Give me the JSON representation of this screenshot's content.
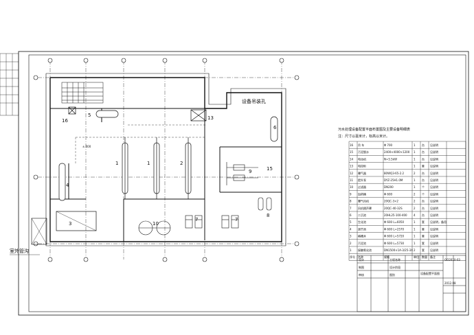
{
  "title": "污水处理设备配置平面布置图及主要设备明细表",
  "labels": {
    "building": "设备吊装孔",
    "pipe_well": "室外管沟",
    "level": "±.000",
    "table_title": "注：尺寸以毫米计，标高以米计。",
    "table_subtitle": "本图平面尺寸 1500×1500×1200"
  },
  "equipment_numbers": [
    "1",
    "1",
    "2",
    "3",
    "4",
    "5",
    "6",
    "7",
    "7",
    "8",
    "9",
    "10",
    "13",
    "15",
    "16"
  ],
  "table": {
    "headers": [
      "序号",
      "名称",
      "规格",
      "单位",
      "数量",
      "备注"
    ],
    "rows": [
      [
        "16",
        "吊  车",
        "Φ 700",
        "1",
        "台",
        "见说明"
      ],
      [
        "15",
        "污泥脱水",
        "2400×4000×1200",
        "1",
        "台",
        "见说明"
      ],
      [
        "14",
        "电动机",
        "N=5.5kW",
        "1",
        "台",
        "见说明"
      ],
      [
        "13",
        "电控柜",
        "",
        "1",
        "套",
        "见说明"
      ],
      [
        "12",
        "曝气器",
        "80WQ3-65-2.2",
        "2",
        "台",
        "见说明"
      ],
      [
        "11",
        "提升泵",
        "DYZ-25H1.0M",
        "1",
        "台",
        "见说明"
      ],
      [
        "10",
        "过滤器",
        "DN200",
        "1",
        "个",
        "见说明"
      ],
      [
        "9",
        "加药桶",
        "Φ 600",
        "2",
        "个",
        "见说明"
      ],
      [
        "8",
        "曝气风机",
        "20QC-3×2",
        "2",
        "台",
        "见说明"
      ],
      [
        "7",
        "风机隔声罩",
        "20QC-40-32S",
        "2",
        "台",
        "见说明"
      ],
      [
        "6",
        "二沉池",
        "20HL25-100-400",
        "4",
        "台",
        "见说明"
      ],
      [
        "5",
        "生化池",
        "Φ 600 L=6050",
        "1",
        "套",
        "见说明，备用"
      ],
      [
        "4",
        "调节池",
        "Φ 600 L=2570",
        "1",
        "套",
        "见说明"
      ],
      [
        "3",
        "格栅井",
        "Φ 600 L=5720",
        "1",
        "套",
        "见说明"
      ],
      [
        "2",
        "污泥池",
        "Φ 600 L=5730",
        "1",
        "套",
        "见说明"
      ],
      [
        "1",
        "接触氧化池",
        "DN1500×1A-3/25-3X",
        "2",
        "套",
        "见说明"
      ]
    ]
  },
  "title_block": {
    "c1": [
      "设计",
      "制图",
      "审核"
    ],
    "c2": [
      "",
      "",
      ""
    ],
    "c3": [
      "工程名称",
      "设计阶段",
      "图别"
    ],
    "c4": [
      "",
      "",
      ""
    ],
    "project": "设备配置平面图",
    "drawing_no": "GO2010-03",
    "date": "2012.08"
  }
}
